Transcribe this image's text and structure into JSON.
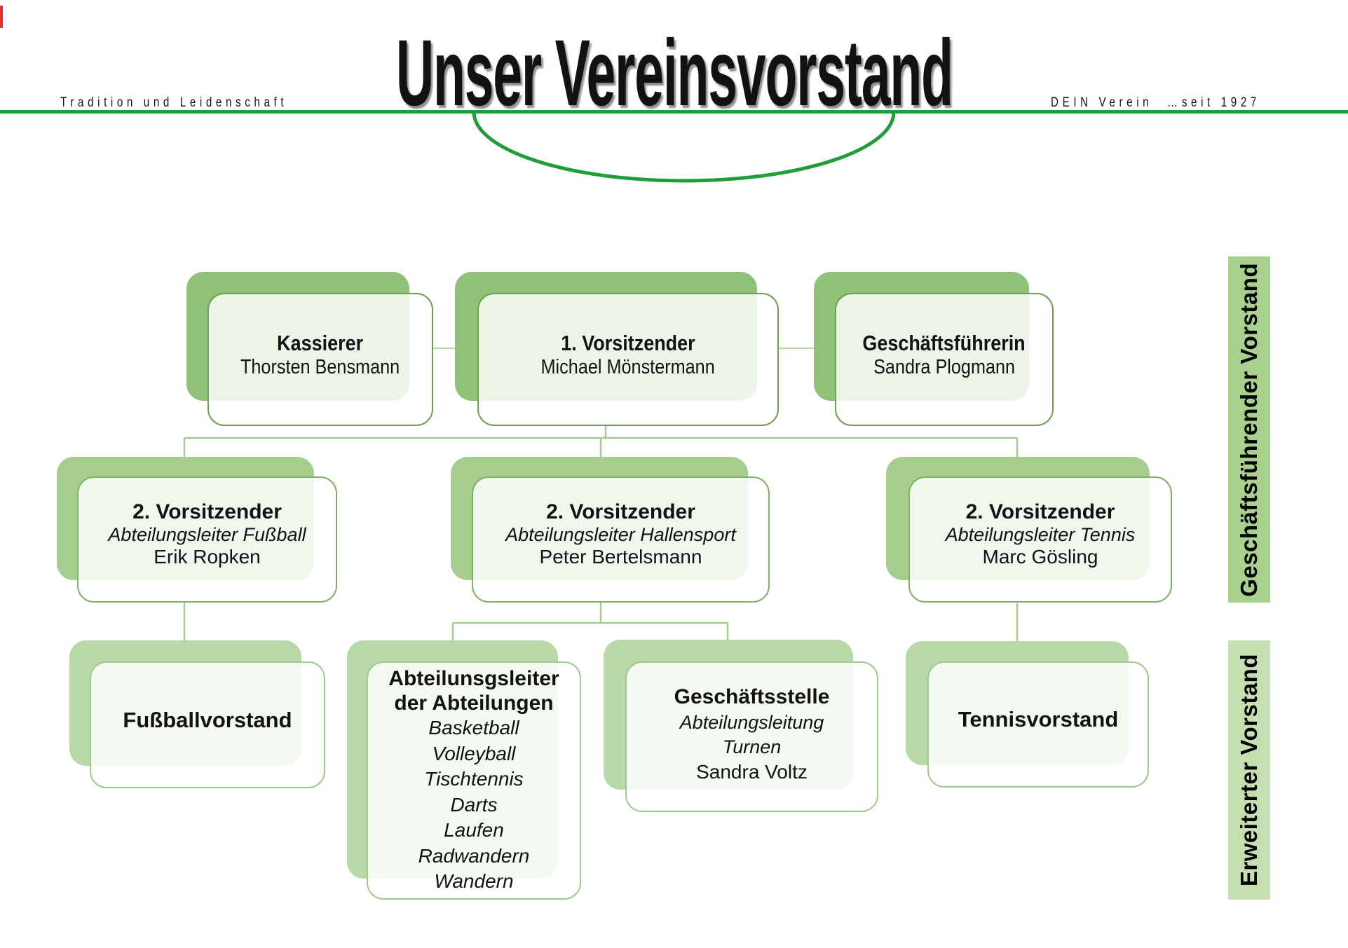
{
  "header": {
    "tagline_left": "Tradition und Leidenschaft",
    "title": "Unser Vereinsvorstand",
    "brand": "DEIN Verein",
    "since": "…seit 1927"
  },
  "side_labels": {
    "managing_board": "Geschäftsführender Vorstand",
    "extended_board": "Erweiterter Vorstand"
  },
  "org": {
    "row1": [
      {
        "title": "Kassierer",
        "name": "Thorsten Bensmann"
      },
      {
        "title": "1. Vorsitzender",
        "name": "Michael Mönstermann"
      },
      {
        "title": "Geschäftsführerin",
        "name": "Sandra Plogmann"
      }
    ],
    "row2": [
      {
        "title": "2. Vorsitzender",
        "subtitle": "Abteilungsleiter Fußball",
        "name": "Erik Ropken"
      },
      {
        "title": "2. Vorsitzender",
        "subtitle": "Abteilungsleiter Hallensport",
        "name": "Peter Bertelsmann"
      },
      {
        "title": "2. Vorsitzender",
        "subtitle": "Abteilungsleiter Tennis",
        "name": "Marc Gösling"
      }
    ],
    "row3": {
      "football": {
        "title": "Fußballvorstand"
      },
      "departments": {
        "title_line1": "Abteilunsgsleiter",
        "title_line2": "der Abteilungen",
        "items": [
          "Basketball",
          "Volleyball",
          "Tischtennis",
          "Darts",
          "Laufen",
          "Radwandern",
          "Wandern"
        ]
      },
      "office": {
        "title": "Geschäftsstelle",
        "subtitle_line1": "Abteilungsleitung",
        "subtitle_line2": "Turnen",
        "name": "Sandra Voltz"
      },
      "tennis": {
        "title": "Tennisvorstand"
      }
    }
  },
  "colors": {
    "accent_green": "#1f9d3b",
    "shadow_row1": "#8fc178",
    "shadow_row2": "#a4cd8e",
    "shadow_row3": "#b9d8a8",
    "band_top": "#a9d18e",
    "band_bottom": "#c5dfb3",
    "connector": "#a3cb8f"
  }
}
